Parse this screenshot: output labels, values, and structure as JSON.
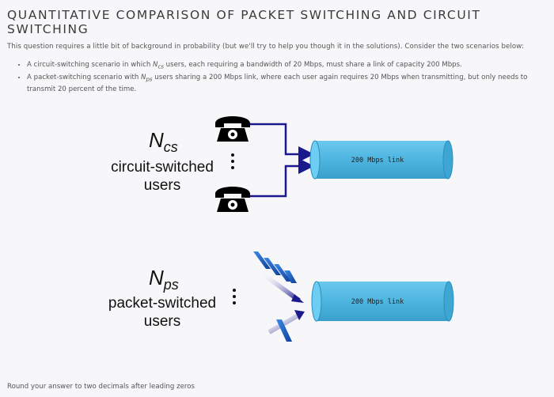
{
  "page": {
    "title": "QUANTITATIVE COMPARISON OF PACKET SWITCHING AND CIRCUIT SWITCHING",
    "intro": "This question requires a little bit of background in probability (but we'll try to help you though it in the solutions). Consider the two scenarios below:",
    "bullets": [
      {
        "pre": "A circuit-switching scenario in which ",
        "var": "N",
        "sub": "cs",
        "post": " users, each requiring a bandwidth of 20 Mbps, must share a link of capacity 200 Mbps."
      },
      {
        "pre": "A packet-switching scenario with ",
        "var": "N",
        "sub": "ps",
        "post": " users sharing a 200 Mbps link, where each user again requires 20 Mbps when transmitting, but only needs to transmit 20 percent of the time."
      }
    ],
    "footer": "Round your answer to two decimals after leading zeros"
  },
  "diagram": {
    "circuit": {
      "n_var": "N",
      "n_sub": "cs",
      "label_line1": "circuit-switched",
      "label_line2": "users",
      "link_label": "200 Mbps link",
      "icons": [
        "telephone-icon",
        "telephone-icon"
      ]
    },
    "packet": {
      "n_var": "N",
      "n_sub": "ps",
      "label_line1": "packet-switched",
      "label_line2": "users",
      "link_label": "200 Mbps link",
      "icons": [
        "packet-stream-arrow-icon",
        "packet-stream-arrow-icon"
      ]
    },
    "colors": {
      "link_fill": "#4fb8df",
      "link_edge": "#2a8fbf",
      "arrow": "#1a1a8c",
      "packet": "#2a6fd0"
    }
  }
}
